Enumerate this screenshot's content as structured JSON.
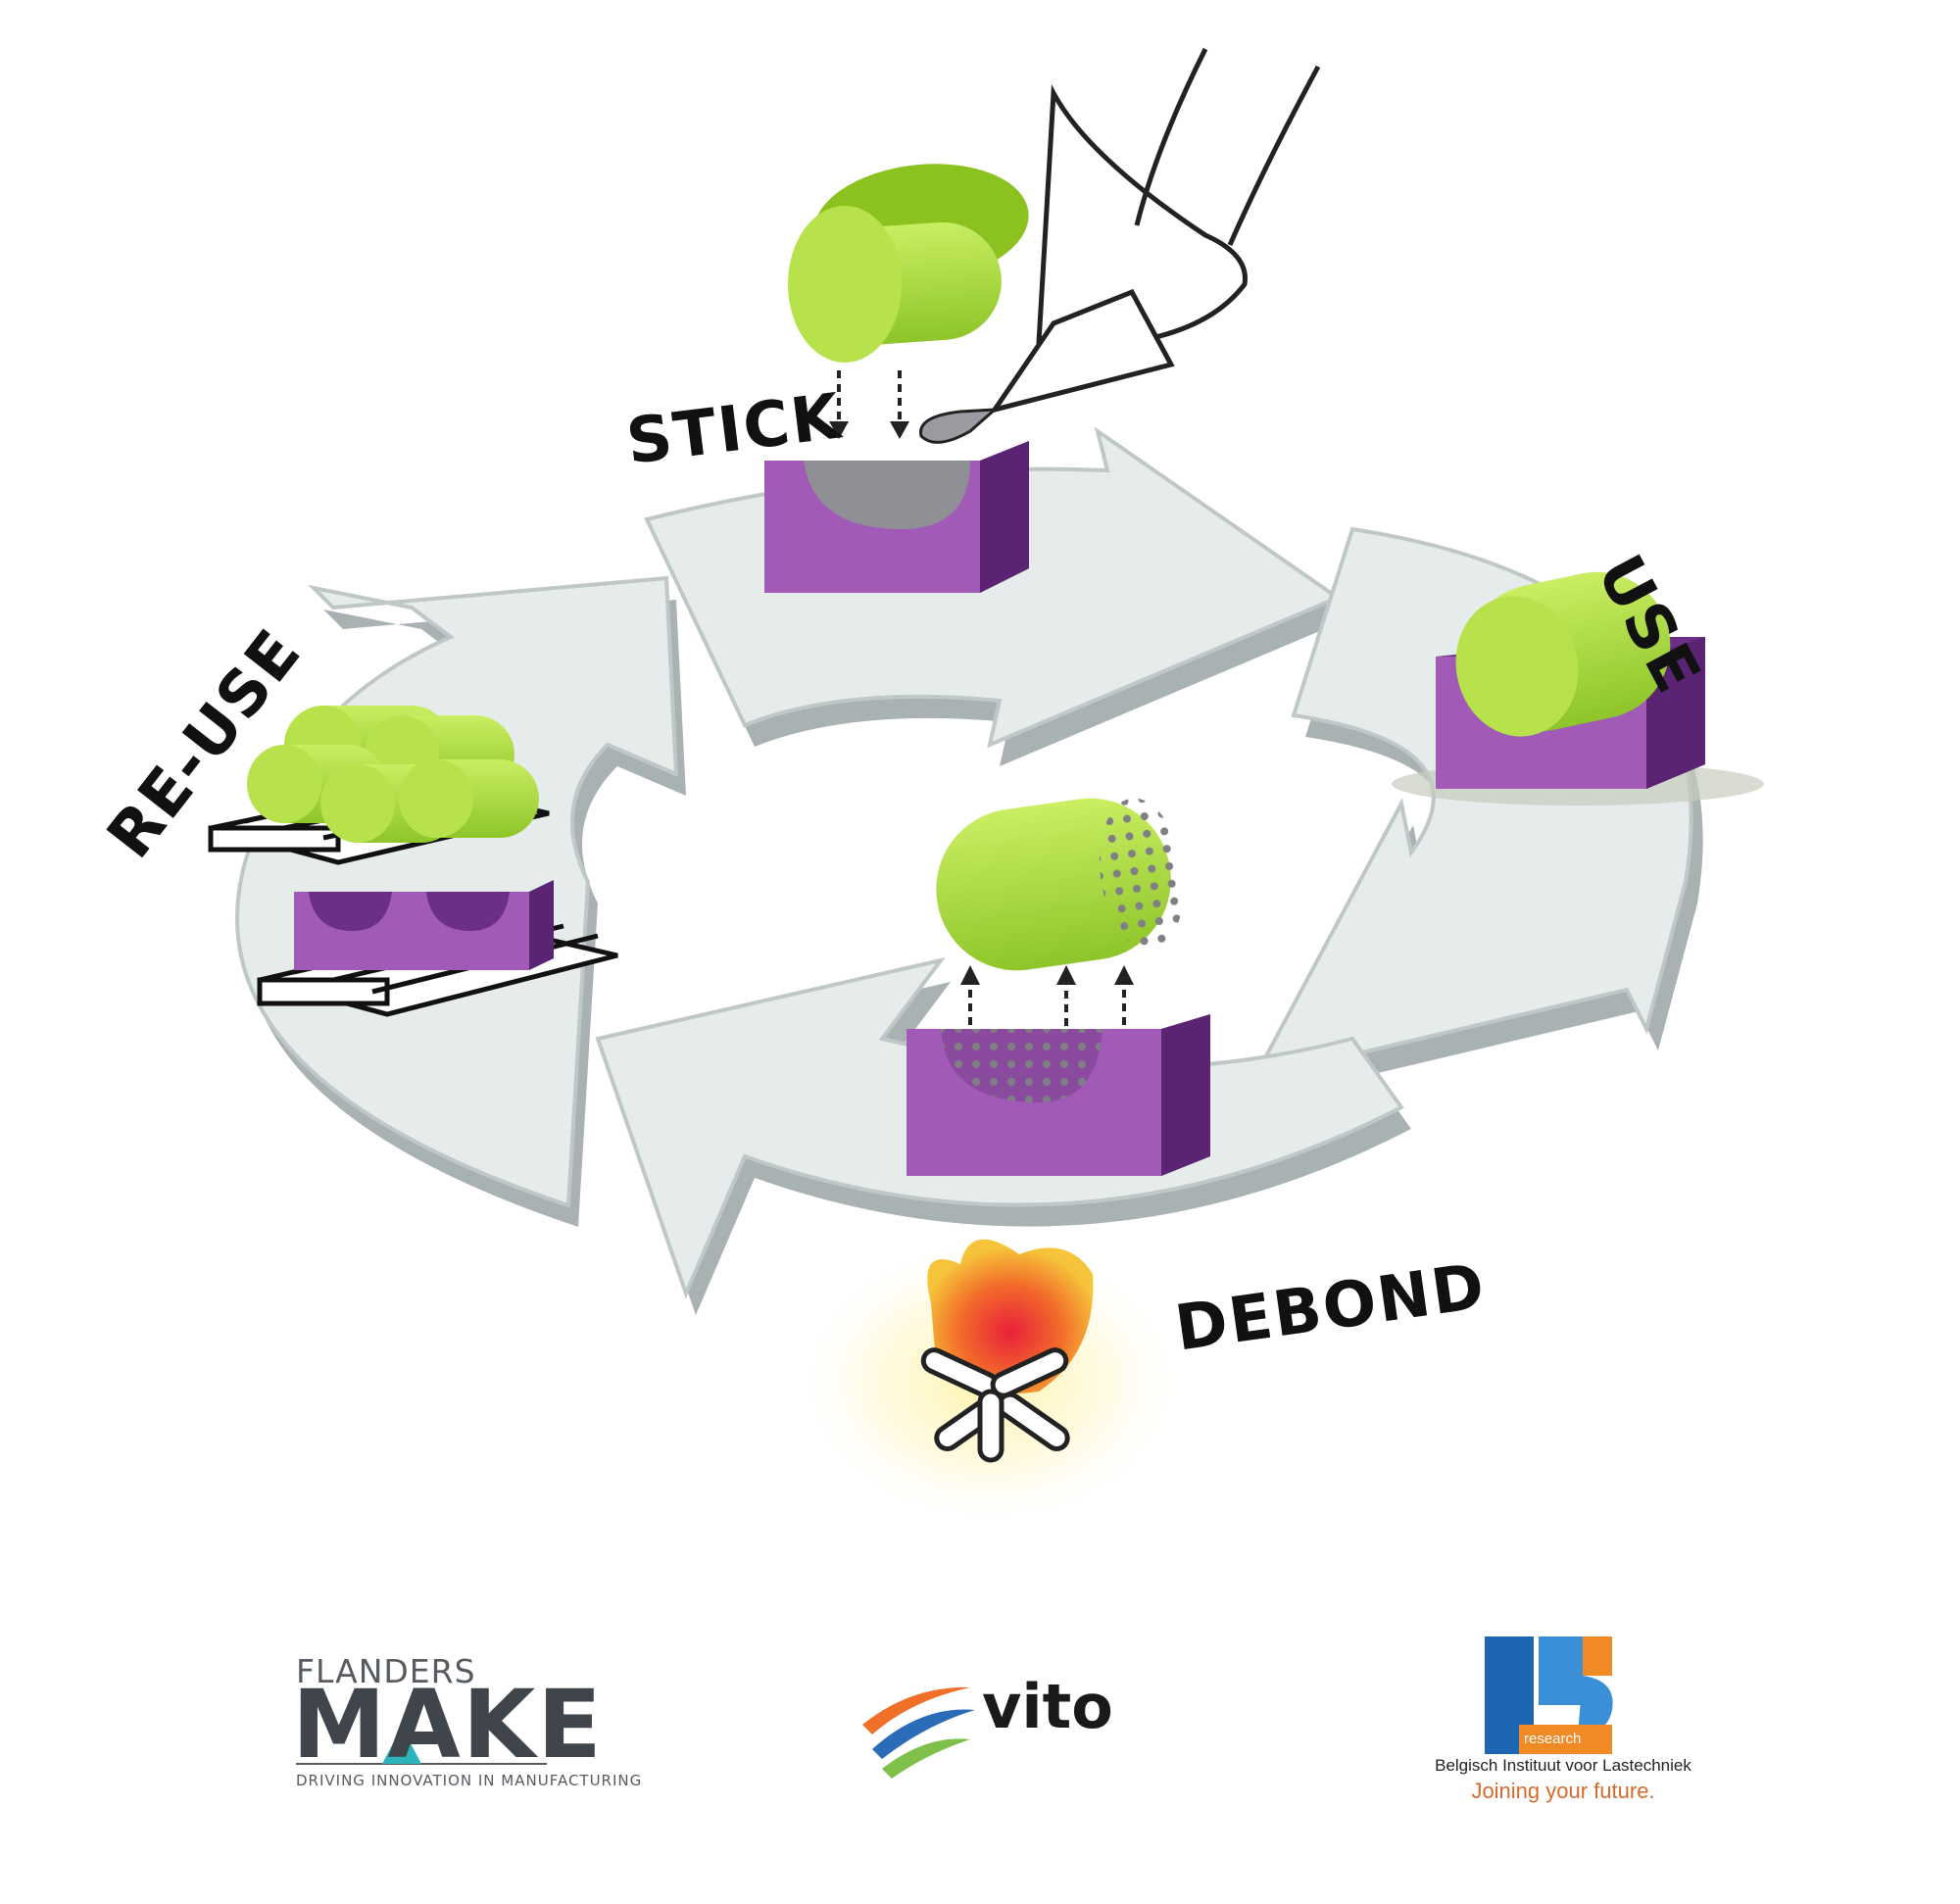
{
  "stages": {
    "stick": "STICK",
    "use": "USE",
    "debond": "DEBOND",
    "reuse": "RE-USE"
  },
  "colors": {
    "arrow_fill": "#e6ebeb",
    "arrow_shadow": "#a9b2b2",
    "block_purple": "#a15bb6",
    "block_dark": "#6b2f85",
    "cylinder_green": "#b7e24b",
    "cylinder_dark": "#8cc21f",
    "flame": "#f04a22"
  },
  "logos": {
    "flanders_make": {
      "top": "FLANDERS",
      "main": "MAKE",
      "tagline": "DRIVING INNOVATION IN MANUFACTURING"
    },
    "vito": {
      "word": "vito"
    },
    "bil": {
      "research": "research",
      "name": "Belgisch Instituut voor Lastechniek",
      "slogan": "Joining your future."
    }
  }
}
